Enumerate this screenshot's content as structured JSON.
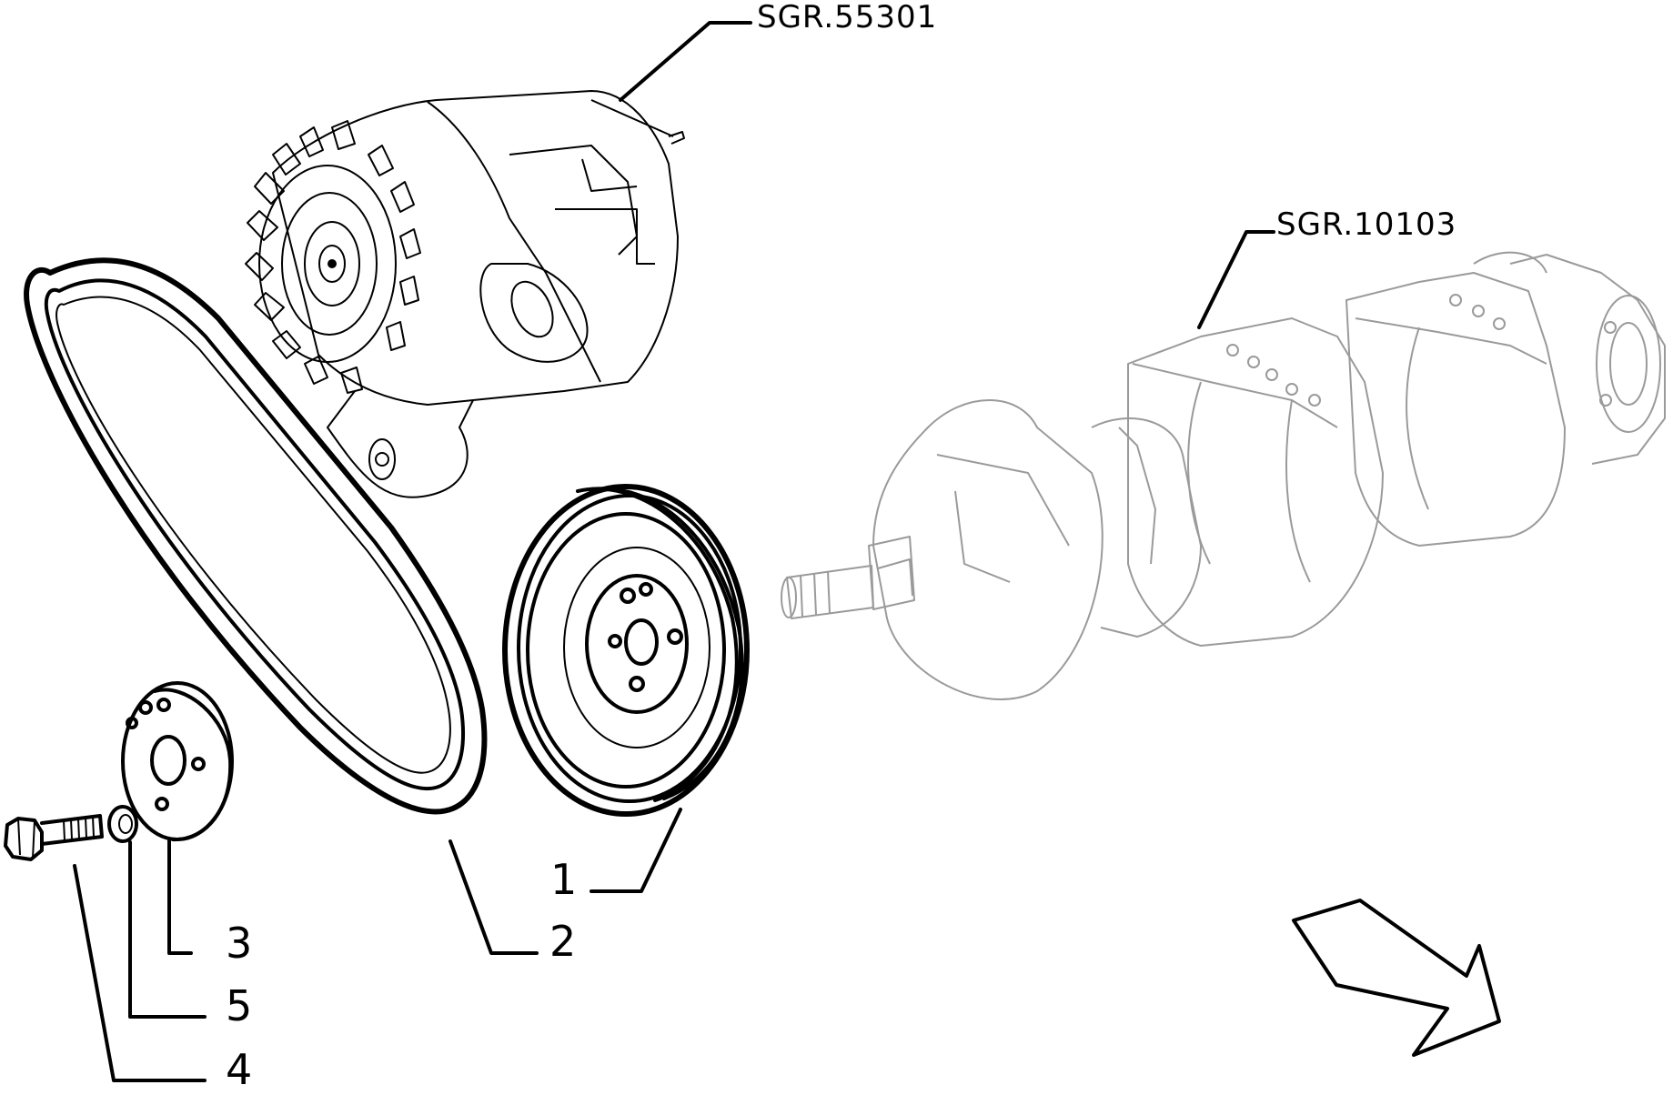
{
  "references": {
    "alternator": "SGR.55301",
    "crankshaft": "SGR.10103"
  },
  "callouts": {
    "pulley": "1",
    "belt": "2",
    "plate": "3",
    "screw": "4",
    "washer": "5"
  }
}
